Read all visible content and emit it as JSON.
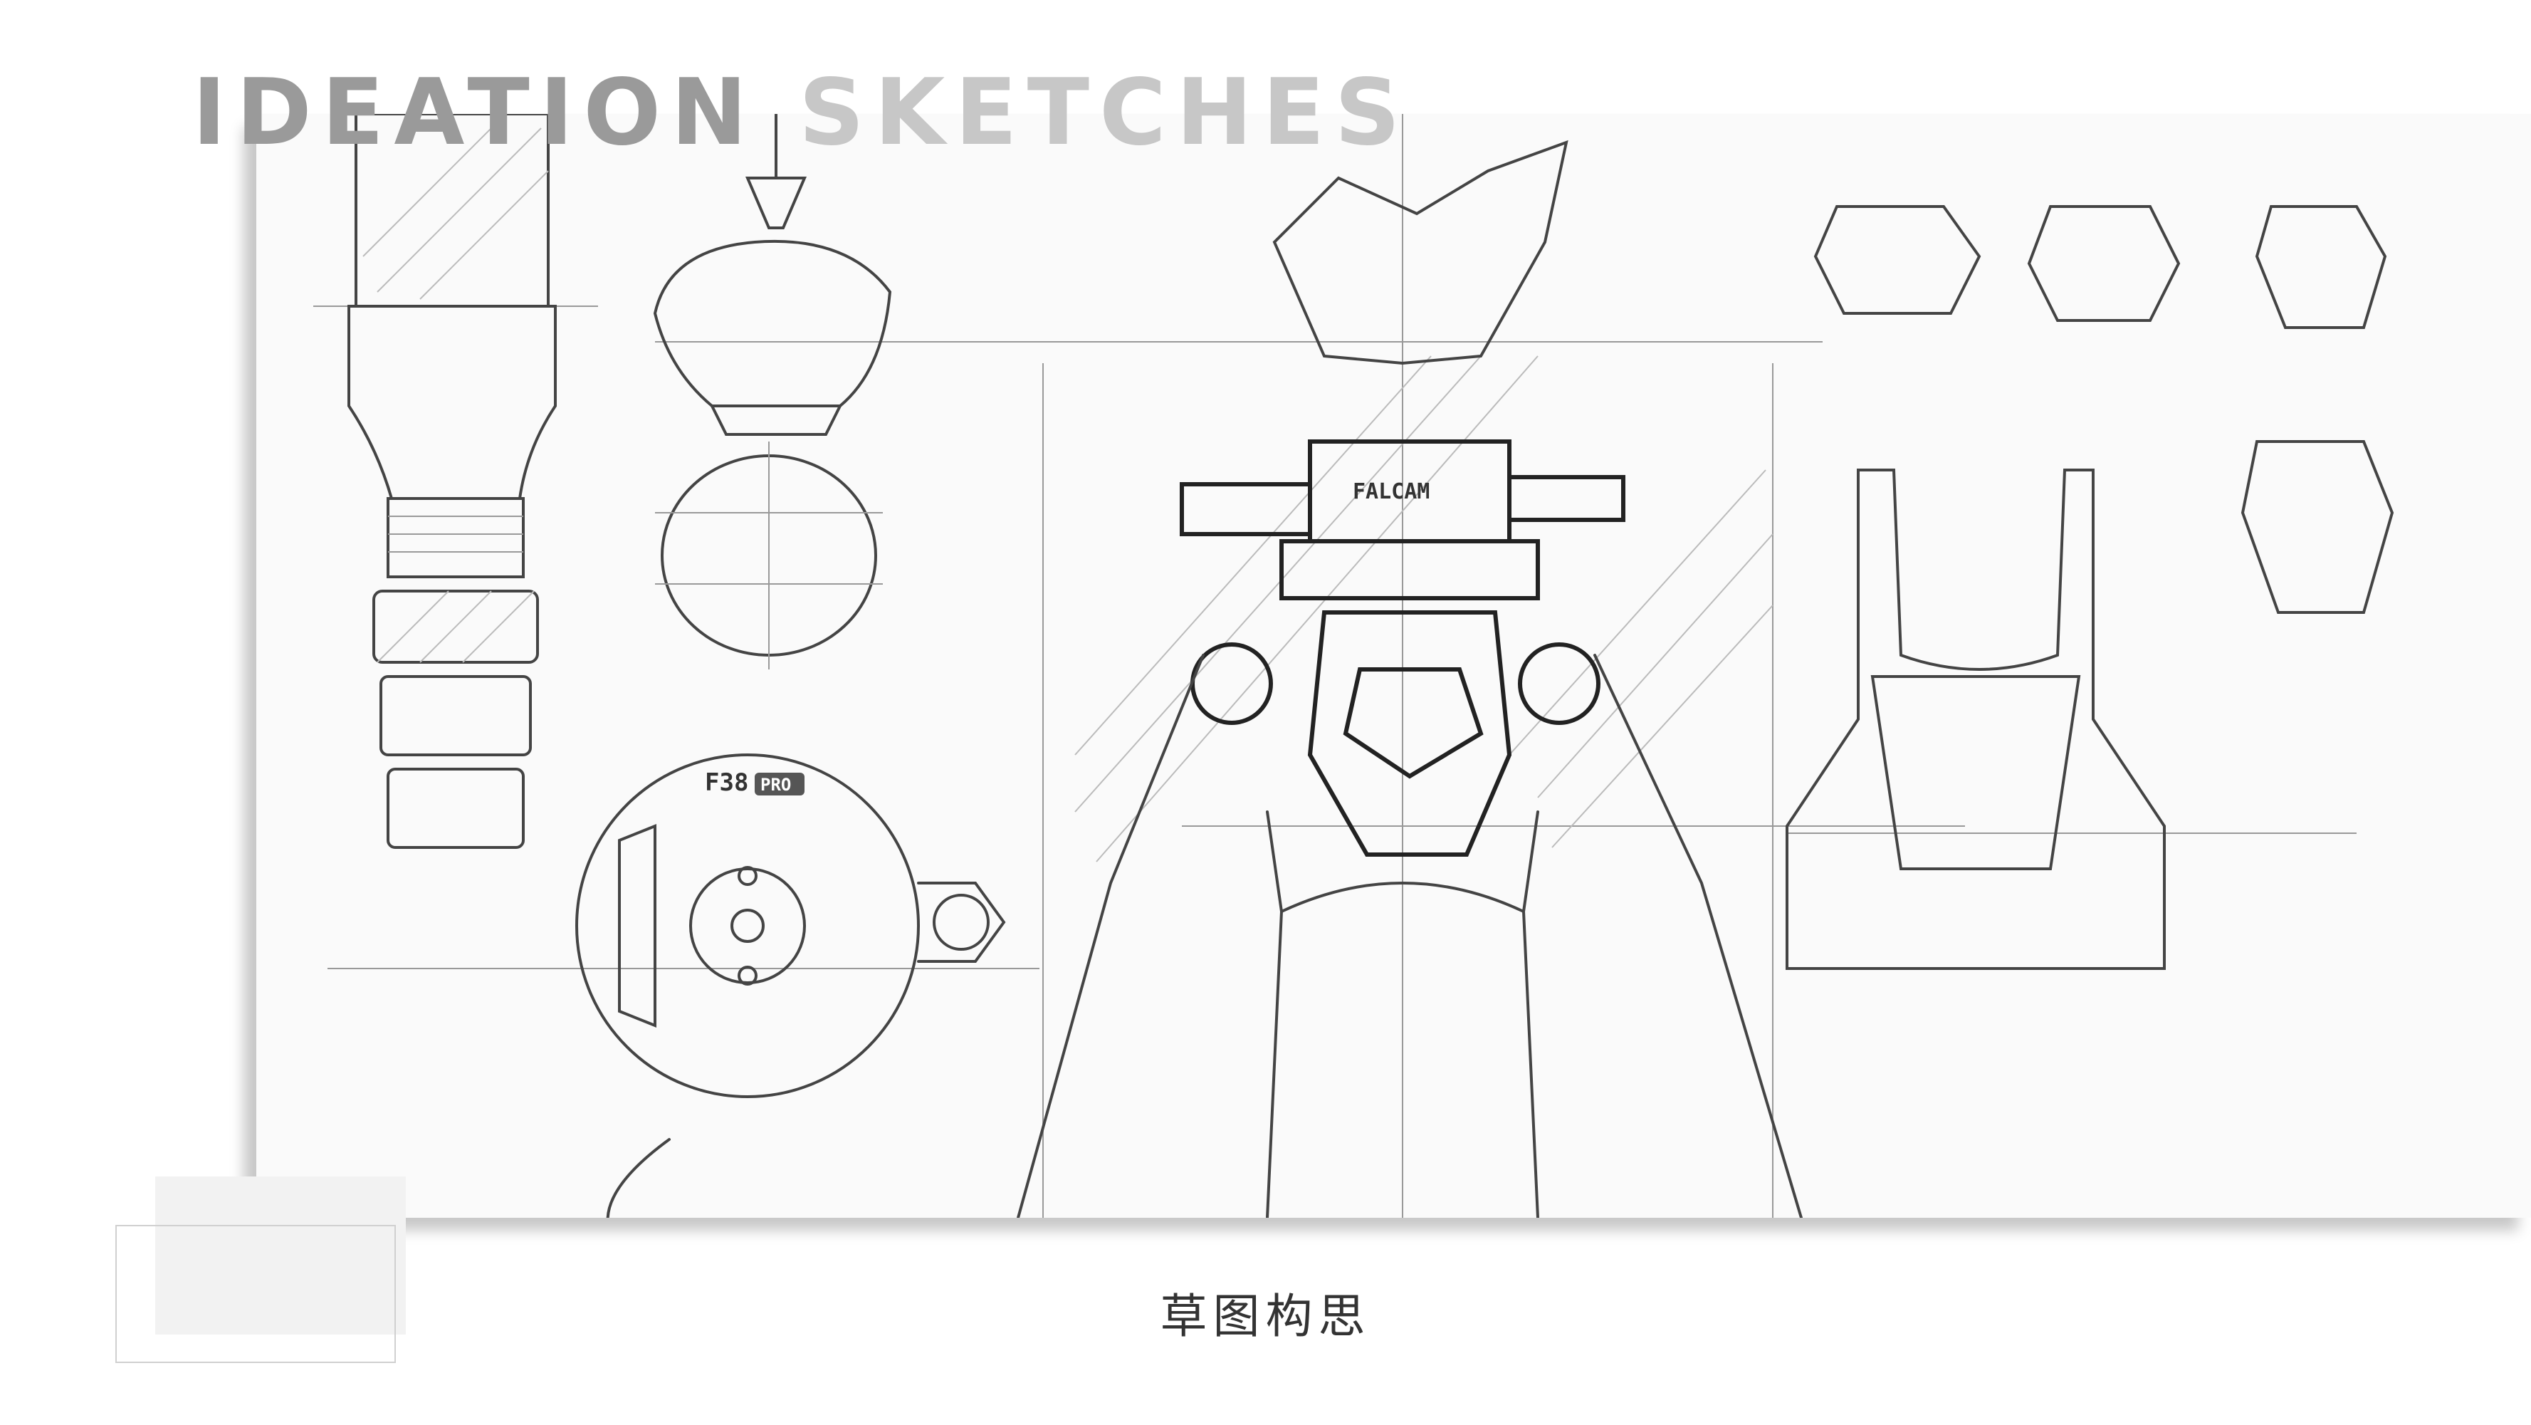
{
  "header": {
    "title_part1": "IDEATION",
    "title_part2": "SKETCHES"
  },
  "sketch": {
    "brand_label": "FALCAM",
    "plate_label": "F38",
    "plate_badge": "PRO"
  },
  "footer": {
    "caption": "草图构思"
  },
  "colors": {
    "title_dark": "#9a9a9a",
    "title_light": "#c7c7c7",
    "paper": "#fafafa"
  }
}
